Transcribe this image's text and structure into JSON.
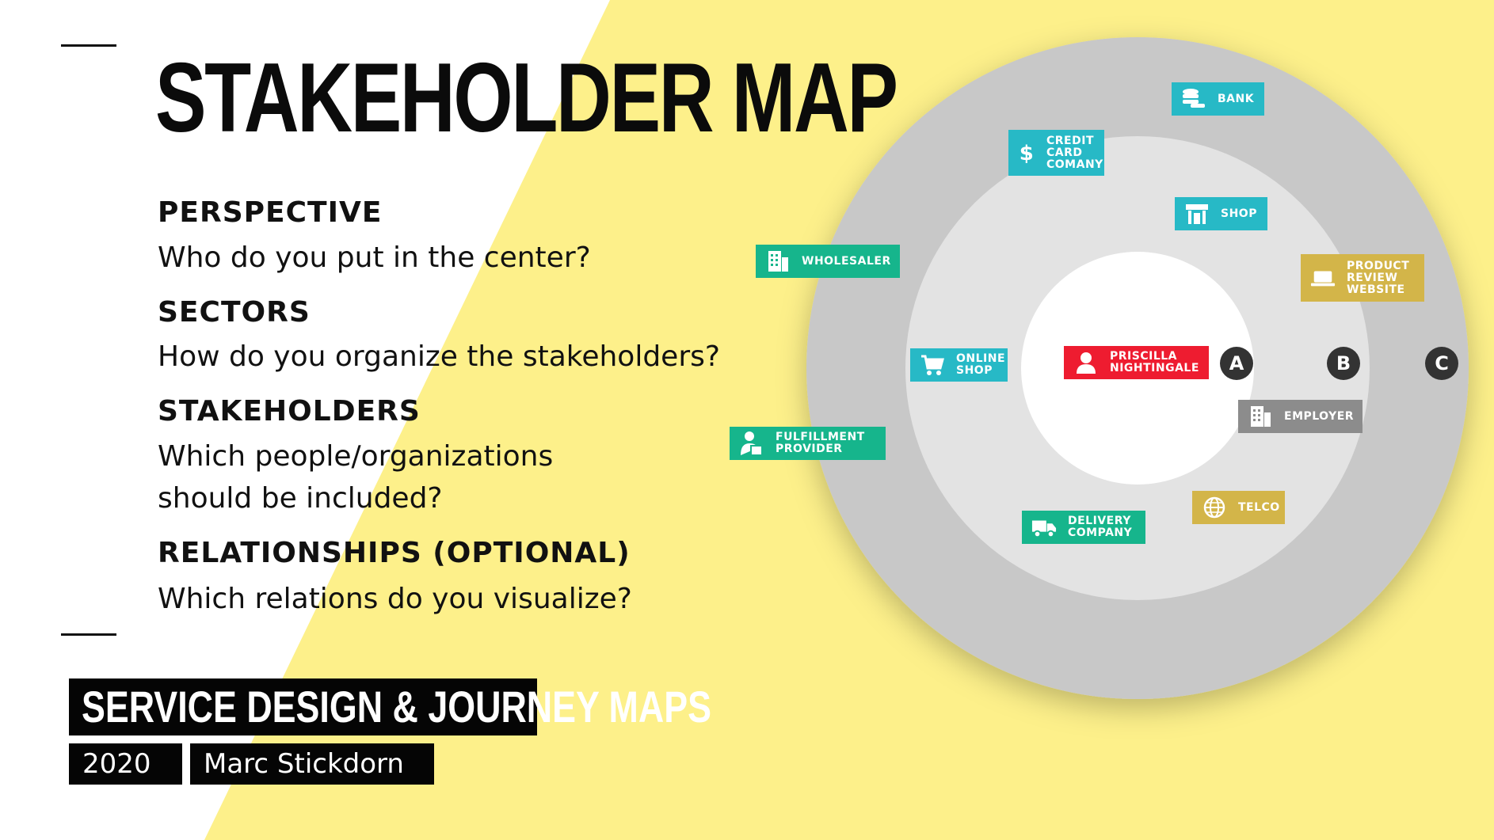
{
  "title": "STAKEHOLDER MAP",
  "sections": [
    {
      "heading": "PERSPECTIVE",
      "lines": [
        "Who do you put in the center?"
      ]
    },
    {
      "heading": "SECTORS",
      "lines": [
        "How do you organize the stakeholders?"
      ]
    },
    {
      "heading": "STAKEHOLDERS",
      "lines": [
        "Which people/organizations",
        "should be included?"
      ]
    },
    {
      "heading": "RELATIONSHIPS (OPTIONAL)",
      "lines": [
        "Which relations do you visualize?"
      ]
    }
  ],
  "footer": {
    "course": "SERVICE DESIGN & JOURNEY MAPS",
    "year": "2020",
    "author": "Marc Stickdorn"
  },
  "colors": {
    "background_yellow": "#fdf08a",
    "outer_ring": "#c8c8c8",
    "middle_ring": "#e3e3e3",
    "center": "#ffffff",
    "teal": "#27b9c6",
    "green": "#16b58c",
    "red": "#ee1c30",
    "gold": "#d3b549",
    "gray_tag": "#8c8c8c",
    "marker": "#333333"
  },
  "map": {
    "center_tag": {
      "label": "PRISCILLA\nNIGHTINGALE",
      "icon": "person-icon",
      "color": "#ee1c30"
    },
    "stakeholders": [
      {
        "id": "bank",
        "label": "BANK",
        "icon": "coins-icon",
        "color": "#27b9c6"
      },
      {
        "id": "credit-card",
        "label": "CREDIT\nCARD\nCOMANY",
        "icon": "dollar-icon",
        "color": "#27b9c6"
      },
      {
        "id": "shop",
        "label": "SHOP",
        "icon": "storefront-icon",
        "color": "#27b9c6"
      },
      {
        "id": "wholesaler",
        "label": "WHOLESALER",
        "icon": "building-icon",
        "color": "#16b58c"
      },
      {
        "id": "product-review",
        "label": "PRODUCT\nREVIEW\nWEBSITE",
        "icon": "laptop-icon",
        "color": "#d3b549"
      },
      {
        "id": "online-shop",
        "label": "ONLINE\nSHOP",
        "icon": "cart-icon",
        "color": "#27b9c6"
      },
      {
        "id": "employer",
        "label": "EMPLOYER",
        "icon": "building-icon",
        "color": "#8c8c8c"
      },
      {
        "id": "fulfillment",
        "label": "FULFILLMENT\nPROVIDER",
        "icon": "worker-icon",
        "color": "#16b58c"
      },
      {
        "id": "telco",
        "label": "TELCO",
        "icon": "globe-icon",
        "color": "#d3b549"
      },
      {
        "id": "delivery",
        "label": "DELIVERY\nCOMPANY",
        "icon": "truck-icon",
        "color": "#16b58c"
      }
    ],
    "ring_markers": [
      "A",
      "B",
      "C"
    ]
  }
}
